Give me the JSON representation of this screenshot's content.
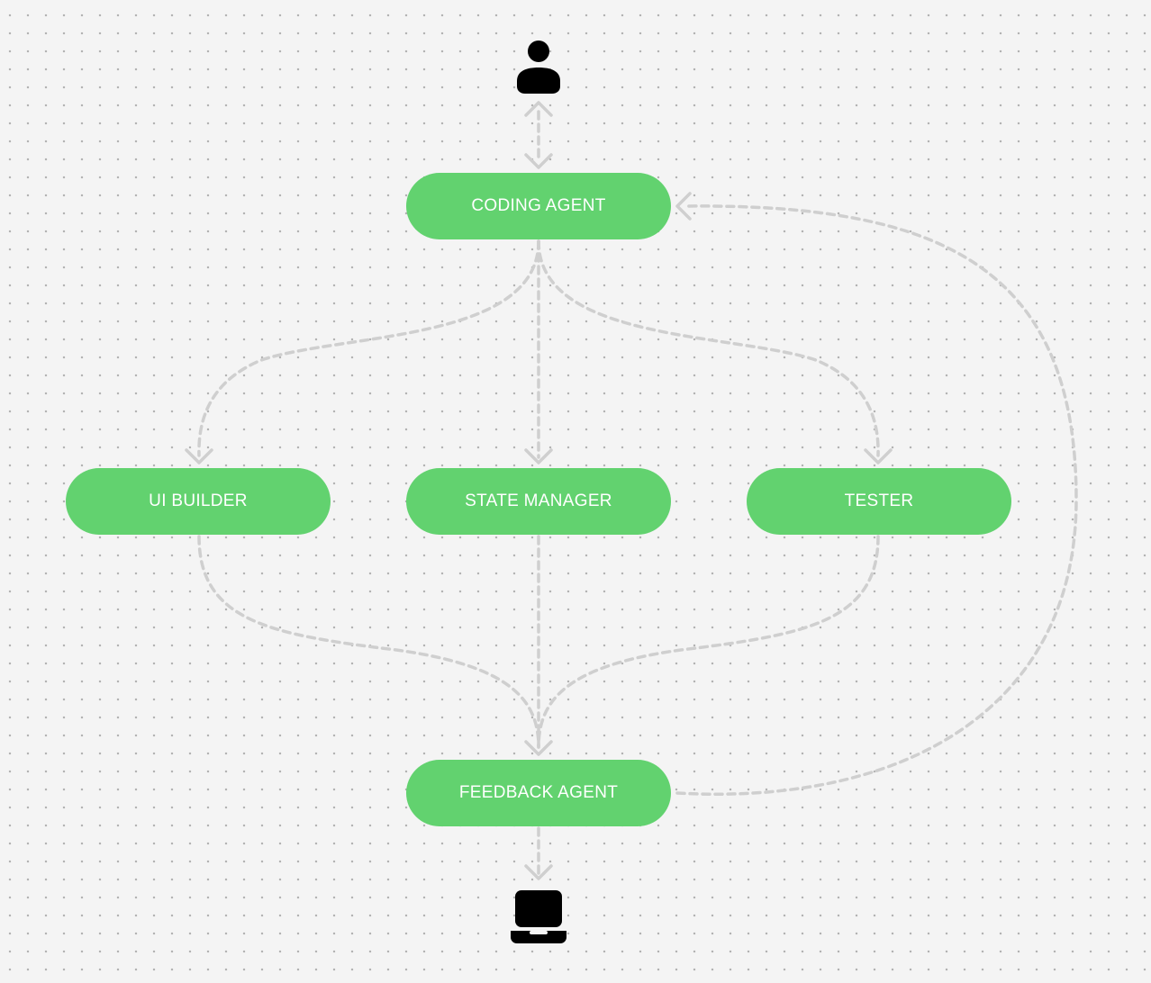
{
  "colors": {
    "node_fill": "#62d26f",
    "node_text": "#ffffff",
    "connector": "#cfcfcf",
    "icon": "#000000",
    "background": "#f4f4f4"
  },
  "icons": {
    "top": "user-icon",
    "bottom": "laptop-icon"
  },
  "nodes": {
    "coding_agent": "CODING AGENT",
    "ui_builder": "UI BUILDER",
    "state_manager": "STATE MANAGER",
    "tester": "TESTER",
    "feedback_agent": "FEEDBACK AGENT"
  }
}
